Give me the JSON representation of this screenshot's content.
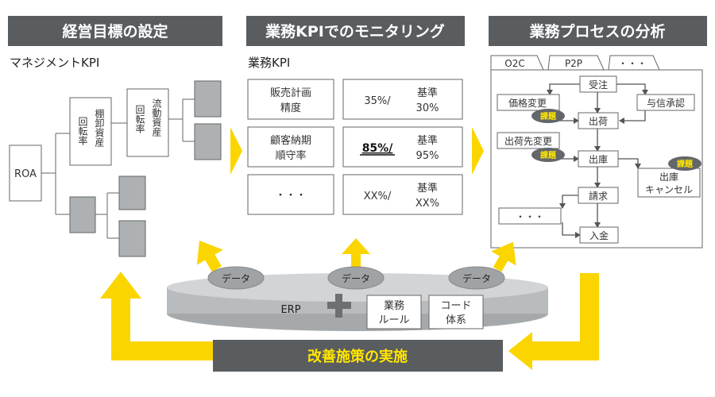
{
  "headers": {
    "management": "経営目標の設定",
    "monitoring": "業務KPIでのモニタリング",
    "analysis": "業務プロセスの分析",
    "improvement": "改善施策の実施"
  },
  "management": {
    "subtitle": "マネジメントKPI",
    "roa": "ROA",
    "inventory_line1": "棚卸資産",
    "inventory_line2": "回転率",
    "current_line1": "流動資産",
    "current_line2": "回転率"
  },
  "monitoring": {
    "subtitle": "業務KPI",
    "rows": [
      {
        "name1": "販売計画",
        "name2": "精度",
        "actual": "35%/",
        "std1": "基準",
        "std2": "30%"
      },
      {
        "name1": "顧客納期",
        "name2": "順守率",
        "actual": "85%/",
        "std1": "基準",
        "std2": "95%"
      },
      {
        "name1": "・・・",
        "name2": "",
        "actual": "XX%/",
        "std1": "基準",
        "std2": "XX%"
      }
    ]
  },
  "process": {
    "tabs": [
      "O2C",
      "P2P",
      "・・・"
    ],
    "nodes": {
      "order": "受注",
      "price_change": "価格変更",
      "credit": "与信承認",
      "shipment": "出荷",
      "ship_dest_change": "出荷先変更",
      "issue": "出庫",
      "issue_cancel1": "出庫",
      "issue_cancel2": "キャンセル",
      "billing": "請求",
      "other": "・・・",
      "payment": "入金"
    },
    "issue_badge": "課題"
  },
  "erp": {
    "label": "ERP",
    "rules1": "業務",
    "rules2": "ルール",
    "code1": "コード",
    "code2": "体系",
    "data_label": "データ"
  },
  "colors": {
    "header": "#595d60",
    "yellow": "#fbd500",
    "gray_box": "#aeb1b3",
    "badge": "#63666a",
    "badge_text": "#ffe600",
    "line": "#555555"
  }
}
